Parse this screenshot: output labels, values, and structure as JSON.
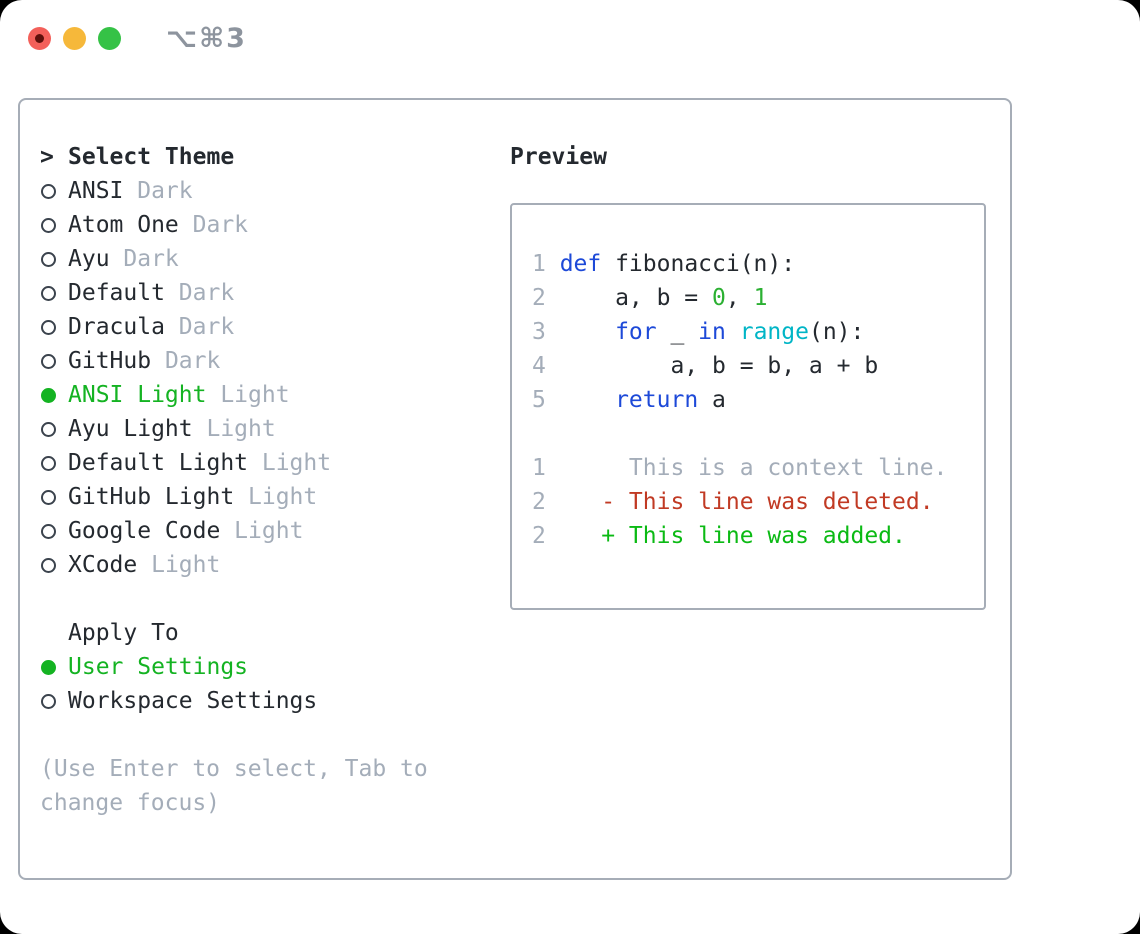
{
  "window": {
    "shortcut": "⌥⌘3",
    "controls": [
      "close",
      "minimize",
      "zoom"
    ]
  },
  "theme_panel": {
    "title_prefix": ">",
    "title": "Select Theme",
    "items": [
      {
        "name": "ANSI",
        "variant": "Dark",
        "selected": false
      },
      {
        "name": "Atom One",
        "variant": "Dark",
        "selected": false
      },
      {
        "name": "Ayu",
        "variant": "Dark",
        "selected": false
      },
      {
        "name": "Default",
        "variant": "Dark",
        "selected": false
      },
      {
        "name": "Dracula",
        "variant": "Dark",
        "selected": false
      },
      {
        "name": "GitHub",
        "variant": "Dark",
        "selected": false
      },
      {
        "name": "ANSI Light",
        "variant": "Light",
        "selected": true
      },
      {
        "name": "Ayu Light",
        "variant": "Light",
        "selected": false
      },
      {
        "name": "Default Light",
        "variant": "Light",
        "selected": false
      },
      {
        "name": "GitHub Light",
        "variant": "Light",
        "selected": false
      },
      {
        "name": "Google Code",
        "variant": "Light",
        "selected": false
      },
      {
        "name": "XCode",
        "variant": "Light",
        "selected": false
      }
    ]
  },
  "apply_to": {
    "title": "Apply To",
    "options": [
      {
        "label": "User Settings",
        "selected": true
      },
      {
        "label": "Workspace Settings",
        "selected": false
      }
    ]
  },
  "help": {
    "text": "(Use Enter to select, Tab to change focus)"
  },
  "preview": {
    "title": "Preview",
    "lines": [
      {
        "num": "1",
        "tokens": [
          {
            "t": "def",
            "c": "keyword"
          },
          {
            "t": " fibonacci(n):",
            "c": "plain"
          }
        ]
      },
      {
        "num": "2",
        "tokens": [
          {
            "t": "    a, b = ",
            "c": "plain"
          },
          {
            "t": "0",
            "c": "number"
          },
          {
            "t": ", ",
            "c": "plain"
          },
          {
            "t": "1",
            "c": "number"
          }
        ]
      },
      {
        "num": "3",
        "tokens": [
          {
            "t": "    ",
            "c": "plain"
          },
          {
            "t": "for",
            "c": "keyword"
          },
          {
            "t": " _ ",
            "c": "plain"
          },
          {
            "t": "in",
            "c": "keyword"
          },
          {
            "t": " ",
            "c": "plain"
          },
          {
            "t": "range",
            "c": "builtin"
          },
          {
            "t": "(n):",
            "c": "plain"
          }
        ]
      },
      {
        "num": "4",
        "tokens": [
          {
            "t": "        a, b = b, a + b",
            "c": "plain"
          }
        ]
      },
      {
        "num": "5",
        "tokens": [
          {
            "t": "    ",
            "c": "plain"
          },
          {
            "t": "return",
            "c": "keyword"
          },
          {
            "t": " a",
            "c": "plain"
          }
        ]
      },
      {
        "num": "",
        "tokens": []
      },
      {
        "num": "1",
        "tokens": [
          {
            "t": "     This is a context line.",
            "c": "context"
          }
        ]
      },
      {
        "num": "2",
        "tokens": [
          {
            "t": "   - This line was deleted.",
            "c": "deleted"
          }
        ]
      },
      {
        "num": "2",
        "tokens": [
          {
            "t": "   + This line was added.",
            "c": "added"
          }
        ]
      }
    ]
  },
  "colors": {
    "text": "#24292f",
    "muted": "#a4adb9",
    "green": "#14b322",
    "keyword_blue": "#1d49d8",
    "builtin_cyan": "#00b5c6",
    "number_green": "#2bb032",
    "deleted_red": "#c13a24",
    "added_green": "#0bba14",
    "border": "#a6adb7",
    "radio_outline": "#3b434d",
    "traffic_red": "#f3605a",
    "traffic_red_dot": "#5e100b",
    "traffic_yellow": "#f6b83a",
    "traffic_green": "#35c246",
    "shortcut_gray": "#8d949e"
  }
}
